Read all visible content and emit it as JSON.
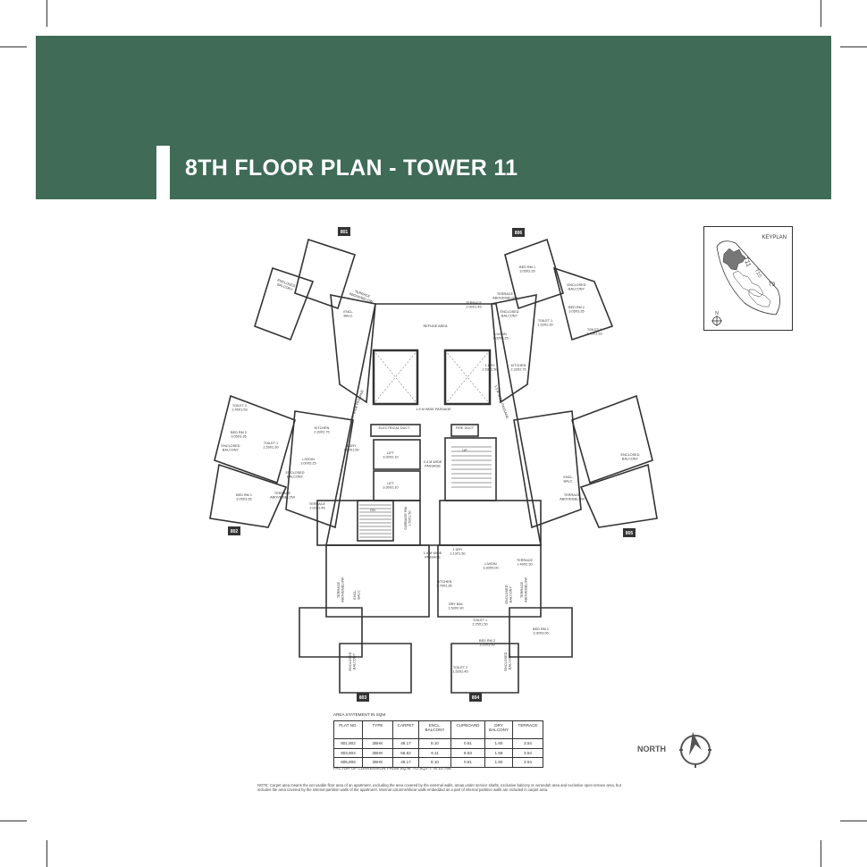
{
  "header": {
    "title": "8TH FLOOR PLAN - TOWER 11",
    "color": "#3f6b57"
  },
  "keyplan": {
    "label": "KEYPLAN",
    "towers": [
      "T11",
      "T10",
      "T9"
    ],
    "north": "N"
  },
  "plan": {
    "units": [
      "801",
      "802",
      "803",
      "804",
      "805",
      "806"
    ],
    "labels": [
      [
        "REFUGE AREA",
        ""
      ],
      [
        "ENCLOSED",
        "BALCONY"
      ],
      [
        "TERRACE",
        "ABOVE/BELOW"
      ],
      [
        "ENCL.",
        "BALC."
      ],
      [
        "BED RM 1",
        "3.05X3.35"
      ],
      [
        "TERRACE",
        "2.00X1.45"
      ],
      [
        "TERRACE",
        "ABOVE/BELOW"
      ],
      [
        "ENCLOSED",
        "BALCONY"
      ],
      [
        "ENCLOSED",
        "BALCONY"
      ],
      [
        "BED RM 2",
        "3.05X3.35"
      ],
      [
        "TOILET 1",
        "1.53X2.30"
      ],
      [
        "TOILET 2",
        "2.45X1.53"
      ],
      [
        "LIV/DIN",
        "3.00X5.25"
      ],
      [
        "KITCHEN",
        "2.33X2.75"
      ],
      [
        "1 DRY",
        "1.53X1.50"
      ],
      [
        "1.5 M WIDE PASSAGE",
        ""
      ],
      [
        "ELECTRICAL DUCT",
        ""
      ],
      [
        "FIRE DUCT",
        ""
      ],
      [
        "LIFT",
        "3.30X2.10"
      ],
      [
        "LIFT",
        "3.30X2.10"
      ],
      [
        "2.4 M WIDE",
        "PASSAGE"
      ],
      [
        "DN",
        ""
      ],
      [
        "UP",
        ""
      ],
      [
        "TOILET 2",
        "2.45X1.53"
      ],
      [
        "BED RM 2",
        "3.05X3.35"
      ],
      [
        "TOILET 1",
        "1.53X2.30"
      ],
      [
        "ENCLOSED",
        "BALCONY"
      ],
      [
        "KITCHEN",
        "2.33X2.75"
      ],
      [
        "1 DRY",
        "1.53X1.50"
      ],
      [
        "LIV/DIN",
        "3.00X5.25"
      ],
      [
        "ENCLOSED",
        "BALCONY"
      ],
      [
        "BED RM 1",
        "3.05X3.35"
      ],
      [
        "TERRACE",
        "ABOVE/BELOW"
      ],
      [
        "TERRACE",
        "2.00X1.45"
      ],
      [
        "ENCL.",
        "BALC."
      ],
      [
        "TERRACE",
        "ABOVE/BELOW"
      ],
      [
        "ENCLOSED",
        "BALCONY"
      ],
      [
        "1.5 M WIDE",
        "PASSAGE"
      ],
      [
        "1 DRY",
        "1.13X1.50"
      ],
      [
        "LIV/DIN",
        "3.30X5.00"
      ],
      [
        "TERRACE",
        "1.40X2.30"
      ],
      [
        "KITCHEN",
        "2.75X2.35"
      ],
      [
        "TERRACE",
        "ABOVE/BELOW"
      ],
      [
        "ENCL.",
        "BALC."
      ],
      [
        "ENCLOSED",
        "BALCONY"
      ],
      [
        "TERRACE",
        "ABOVE/BELOW"
      ],
      [
        "DRY BAL",
        "1.53X0.90"
      ],
      [
        "TOILET 1",
        "2.25X1.50"
      ],
      [
        "BED RM 1",
        "3.30X3.05"
      ],
      [
        "BED RM 2",
        "3.25X3.50"
      ],
      [
        "TOILET 2",
        "1.53X2.45"
      ],
      [
        "ENCLOSED",
        "BALCONY"
      ],
      [
        "ENCLOSED",
        "BALCONY"
      ],
      [
        "1.5 M WIDE PASSAGE",
        ""
      ],
      [
        "1.5 M WIDE PASSAGE",
        ""
      ],
      [
        "GARBAGE RM",
        "1.50X1.50"
      ]
    ]
  },
  "area_statement": {
    "title": "AREA STATEMENT IN SQM",
    "columns": [
      "PLAT NO.",
      "TYPE",
      "CARPET",
      "ENCL. BALCONY",
      "CUPBOARD",
      "DRY BALCONY",
      "TERRACE"
    ],
    "rows": [
      [
        "801,802",
        "2BHK",
        "48.17",
        "8.10",
        "0.61",
        "1.60",
        "3.54"
      ],
      [
        "803,804",
        "2BHK",
        "56.82",
        "6.11",
        "8.63",
        "1.59",
        "3.54"
      ],
      [
        "805,806",
        "2BHK",
        "48.17",
        "8.10",
        "0.61",
        "1.60",
        "3.54"
      ]
    ],
    "factor": "FACTOR OF CONVERSION FROM SQ.M. TO SQ.FT. IS 10.764."
  },
  "note": "NOTE: Carpet area means the net usable floor area of an apartment, excluding the area covered by the external walls, areas under service shafts, exclusive balcony or verandah area and exclusive open terrace area, but includes the area covered by the internal partition walls of the apartment. Internal columns/shear walls embedded as a part of internal partition walls are included in carpet area.",
  "north": {
    "label": "NORTH"
  }
}
